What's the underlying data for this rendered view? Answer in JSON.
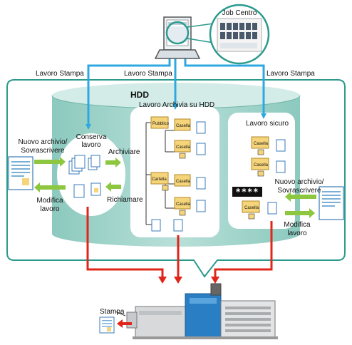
{
  "labels": {
    "job_centro": "Job Centro",
    "lavoro_stampa_left": "Lavoro Stampa",
    "lavoro_stampa_mid": "Lavoro Stampa",
    "lavoro_stampa_right": "Lavoro Stampa",
    "hdd": "HDD",
    "lavoro_archivia": "Lavoro Archivia su HDD",
    "conserva_1": "Conserva",
    "conserva_2": "lavoro",
    "archiviare": "Archiviare",
    "richiamare": "Richiamare",
    "nuovo_left_1": "Nuovo archivio/",
    "nuovo_left_2": "Sovrascrivere",
    "modifica_left_1": "Modifica",
    "modifica_left_2": "lavoro",
    "lavoro_sicuro": "Lavoro sicuro",
    "password_mask": "****",
    "nuovo_right_1": "Nuovo archivio/",
    "nuovo_right_2": "Sovrascrivere",
    "modifica_right_1": "Modifica",
    "modifica_right_2": "lavoro",
    "stampa": "Stampa"
  },
  "folders": {
    "pubblico": "Pubblico",
    "casella": "Casella",
    "cartella": "Cartella"
  },
  "colors": {
    "cylinder": "#a8d4cc",
    "cylinder_border": "#2b9a8c",
    "blue_arrow": "#2fa8e0",
    "green_arrow": "#8dc63f",
    "red_arrow": "#e0261b",
    "folder": "#f5d47a"
  },
  "icons": [
    "computer-icon",
    "folder-icon",
    "document-icon",
    "lock-icon",
    "printer-icon"
  ]
}
